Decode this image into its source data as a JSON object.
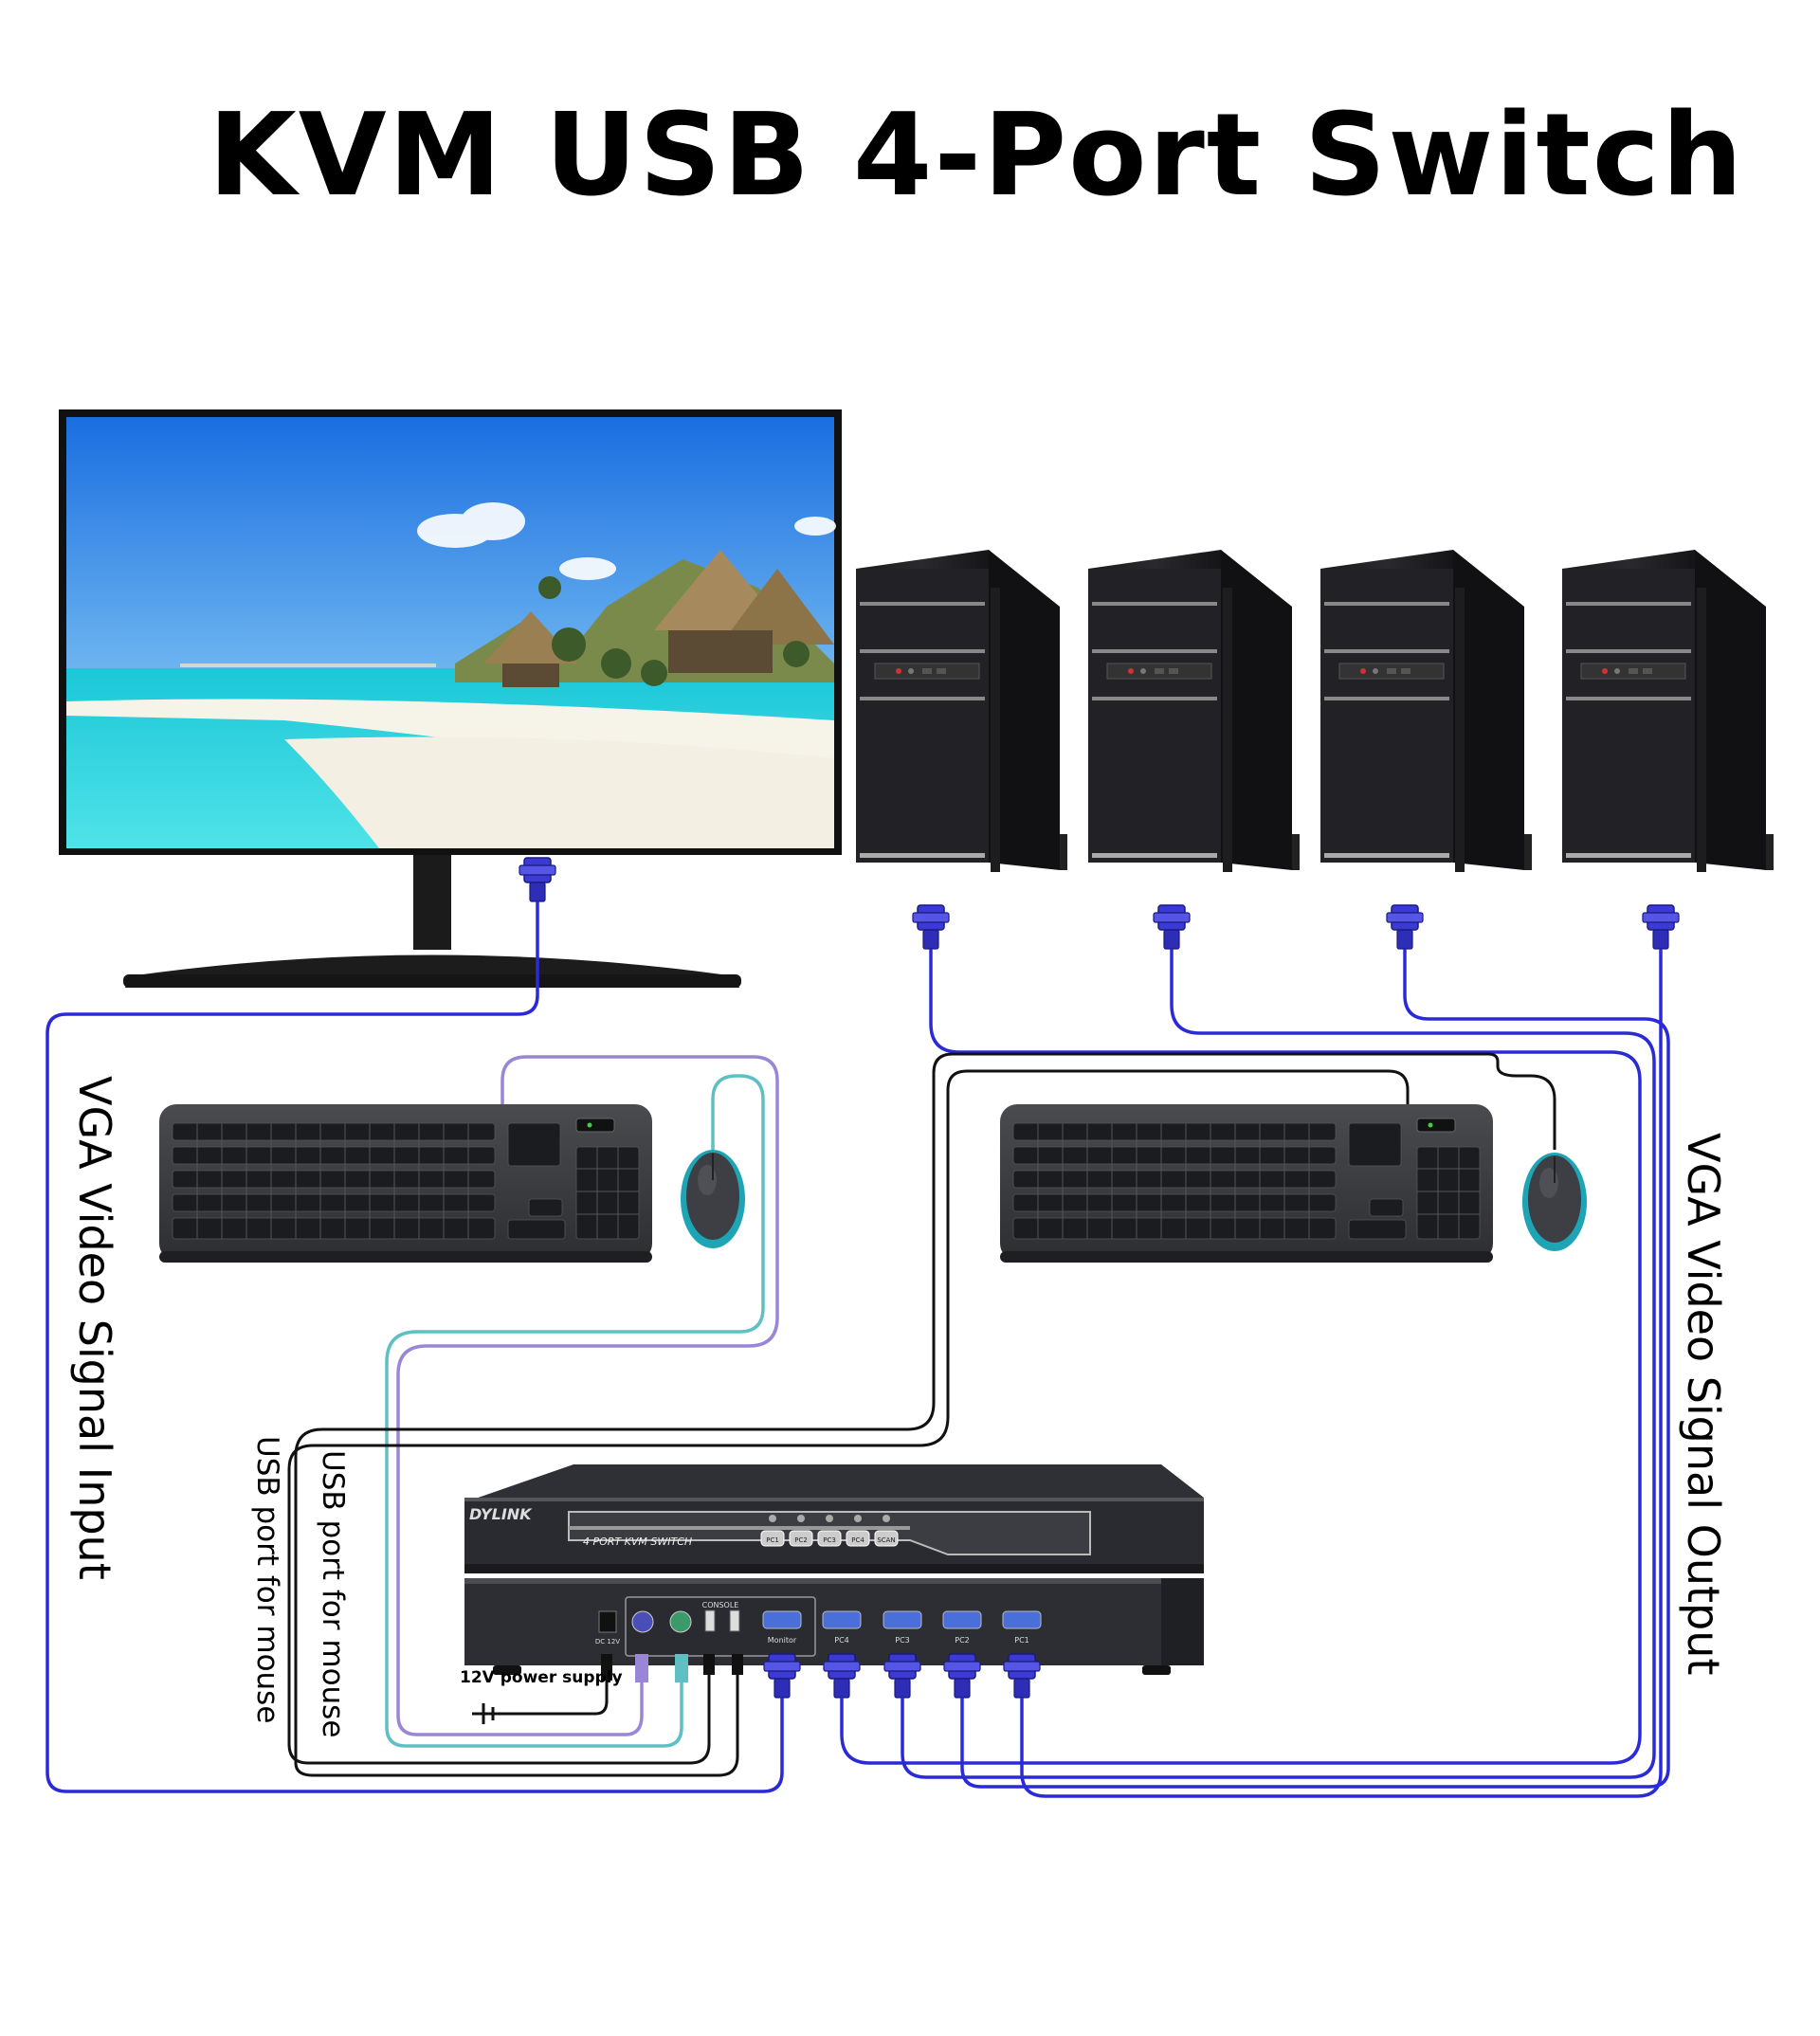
{
  "title": "KVM USB 4-Port Switch",
  "labels": {
    "vga_input": "VGA Video Signal Input",
    "vga_output": "VGA Video Signal Output",
    "usb_keyboard": "USB port for mouse",
    "usb_mouse": "USB port for mouse",
    "power": "12V power supply"
  },
  "device": {
    "brand": "DYLINK",
    "model_text": "4 PORT KVM SWITCH",
    "front_buttons": [
      "PC1",
      "PC2",
      "PC3",
      "PC4",
      "SCAN"
    ],
    "back_console_label": "CONSOLE",
    "back_ports": [
      "Monitor",
      "PC4",
      "PC3",
      "PC2",
      "PC1"
    ],
    "dc_label": "DC 12V"
  },
  "computers": [
    "PC",
    "PC",
    "PC",
    "PC"
  ],
  "colors": {
    "vga_cable": "#2a2ad8",
    "keyboard_cable": "#9a86d6",
    "mouse_cable": "#5fc0c4",
    "usb_cable": "#111111",
    "device_body": "#2a2a2e"
  }
}
